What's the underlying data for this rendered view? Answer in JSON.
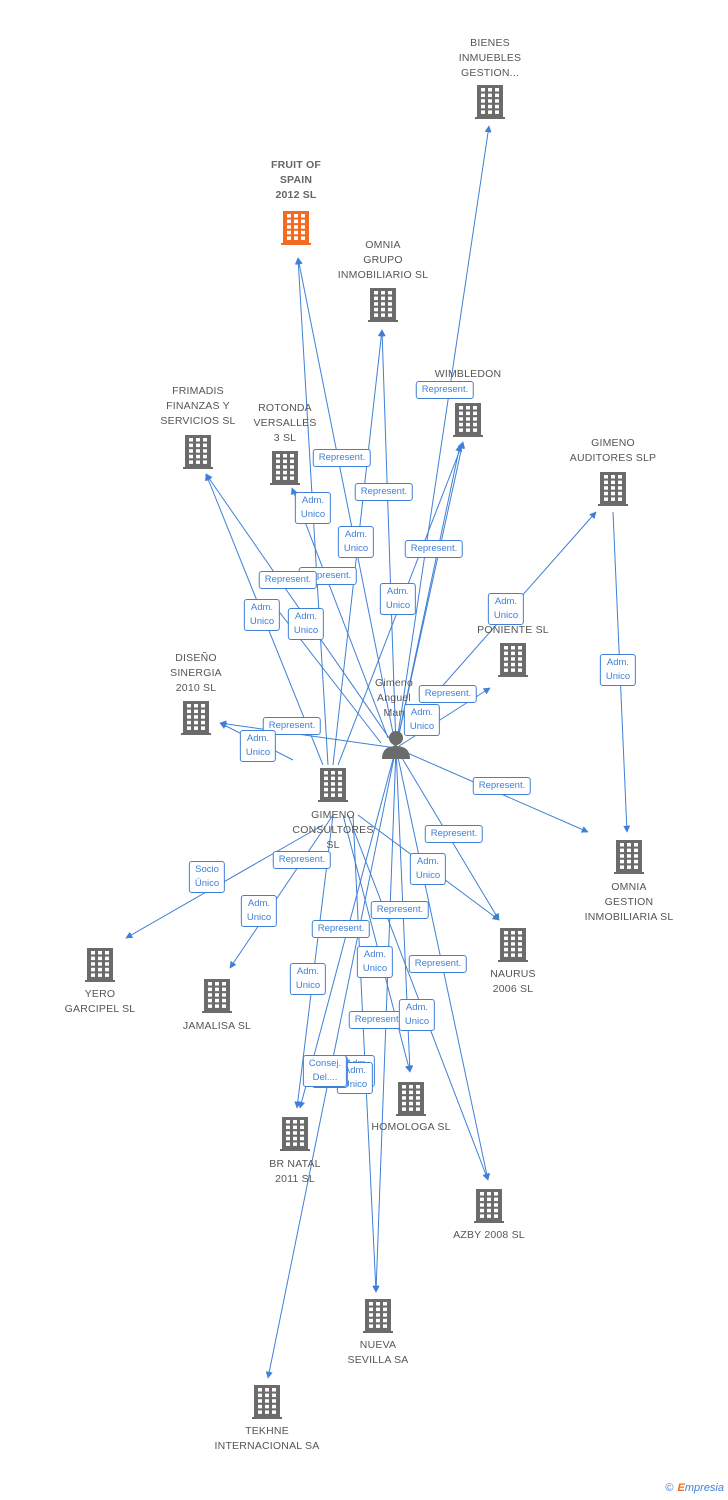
{
  "colors": {
    "edge": "#3f80d6",
    "building": "#6b6b6b",
    "highlight": "#f26b21",
    "person": "#6b6b6b"
  },
  "person": {
    "label": "Gimeno\nAnguel\nMan"
  },
  "companies": [
    {
      "id": "bienes",
      "label": "BIENES\nINMUEBLES\nGESTION...",
      "icon": "building-icon"
    },
    {
      "id": "fruit",
      "label": "FRUIT OF\nSPAIN\n2012  SL",
      "icon": "building-icon",
      "highlight": true
    },
    {
      "id": "omnia_grupo",
      "label": "OMNIA\nGRUPO\nINMOBILIARIO SL",
      "icon": "building-icon"
    },
    {
      "id": "wimbledon",
      "label": "WIMBLEDON",
      "icon": "building-icon"
    },
    {
      "id": "frimadis",
      "label": "FRIMADIS\nFINANZAS Y\nSERVICIOS SL",
      "icon": "building-icon"
    },
    {
      "id": "rotonda",
      "label": "ROTONDA\nVERSALLES\n3 SL",
      "icon": "building-icon"
    },
    {
      "id": "gimeno_auditores",
      "label": "GIMENO\nAUDITORES SLP",
      "icon": "building-icon"
    },
    {
      "id": "poniente",
      "label": "R\nPONIENTE SL",
      "icon": "building-icon"
    },
    {
      "id": "diseno",
      "label": "DISEÑO\nSINERGIA\n2010 SL",
      "icon": "building-icon"
    },
    {
      "id": "gimeno_consultores",
      "label": "GIMENO\nCONSULTORES\nSL",
      "icon": "building-icon"
    },
    {
      "id": "omnia_gestion",
      "label": "OMNIA\nGESTION\nINMOBILIARIA SL",
      "icon": "building-icon"
    },
    {
      "id": "yero",
      "label": "YERO\nGARCIPEL SL",
      "icon": "building-icon"
    },
    {
      "id": "jamalisa",
      "label": "JAMALISA SL",
      "icon": "building-icon"
    },
    {
      "id": "naurus",
      "label": "NAURUS\n2006 SL",
      "icon": "building-icon"
    },
    {
      "id": "homologa",
      "label": "HOMOLOGA SL",
      "icon": "building-icon"
    },
    {
      "id": "brnatal",
      "label": "BR NATAL\n2011 SL",
      "icon": "building-icon"
    },
    {
      "id": "azby",
      "label": "AZBY 2008 SL",
      "icon": "building-icon"
    },
    {
      "id": "nueva",
      "label": "NUEVA\nSEVILLA SA",
      "icon": "building-icon"
    },
    {
      "id": "tekhne",
      "label": "TEKHNE\nINTERNACIONAL SA",
      "icon": "building-icon"
    }
  ],
  "edge_labels": [
    "Represent.",
    "Represent.",
    "Represent.",
    "Represent.",
    "Represent.",
    "Represent.",
    "Represent.",
    "Represent.",
    "Represent.",
    "Represent.",
    "Represent.",
    "Represent.",
    "Represent.",
    "Represent.",
    "Represent.",
    "Adm.\nUnico",
    "Adm.\nUnico",
    "Adm.\nUnico",
    "Adm.\nUnico",
    "Adm.\nUnico",
    "Adm.\nUnico",
    "Adm.\nUnico",
    "Adm.\nUnico",
    "Adm.\nUnico",
    "Adm.\nUnico",
    "Adm.\nUnico",
    "Adm.\nUnico",
    "Adm.\nUnico",
    "Adm.\nUnico",
    "Adm.\nUnico",
    "Adm.\nUnico",
    "Adm.\nUnico",
    "Socio\nÚnico",
    "Consej.\nDel...."
  ],
  "footer": {
    "copyright": "©",
    "brand_initial": "E",
    "brand_rest": "mpresia"
  }
}
